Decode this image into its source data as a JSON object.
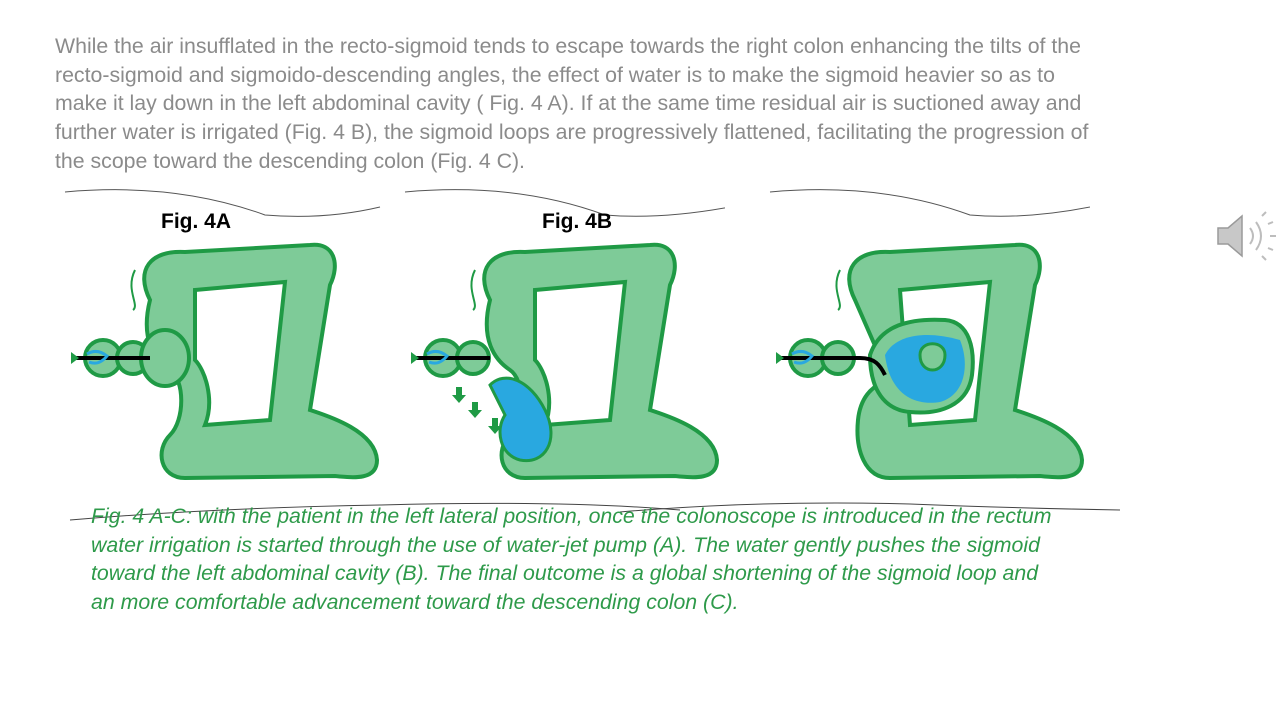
{
  "paragraph": {
    "lines": [
      "While the air insufflated in the recto-sigmoid tends to escape towards the right colon enhancing the tilts of the",
      "recto-sigmoid and sigmoido-descending angles, the effect of water is to make the sigmoid heavier so as to",
      "make it lay down in the left abdominal cavity ( Fig. 4 A). If at the same time residual air is suctioned away and",
      "further water is irrigated (Fig. 4 B), the sigmoid loops are progressively flattened, facilitating the progression of",
      "the scope toward the descending colon (Fig. 4 C)."
    ]
  },
  "figures": [
    {
      "label": "Fig. 4A"
    },
    {
      "label": "Fig. 4B"
    },
    {
      "label": ""
    }
  ],
  "caption": {
    "lines": [
      "Fig. 4 A-C: with the patient in the left lateral position, once the colonoscope is introduced in the rectum",
      "water irrigation is started through the use of water-jet pump (A). The water gently pushes the sigmoid",
      "toward the left abdominal cavity (B). The final outcome is a global shortening of the sigmoid loop and",
      "an more comfortable advancement toward the descending colon (C)."
    ]
  },
  "colors": {
    "colon_fill": "#7ecb98",
    "colon_stroke": "#1f9a45",
    "water": "#29a8e0",
    "paragraph_text": "#8b8b8b",
    "caption_text": "#2e9a4a"
  },
  "icons": {
    "speaker": "speaker-icon"
  }
}
